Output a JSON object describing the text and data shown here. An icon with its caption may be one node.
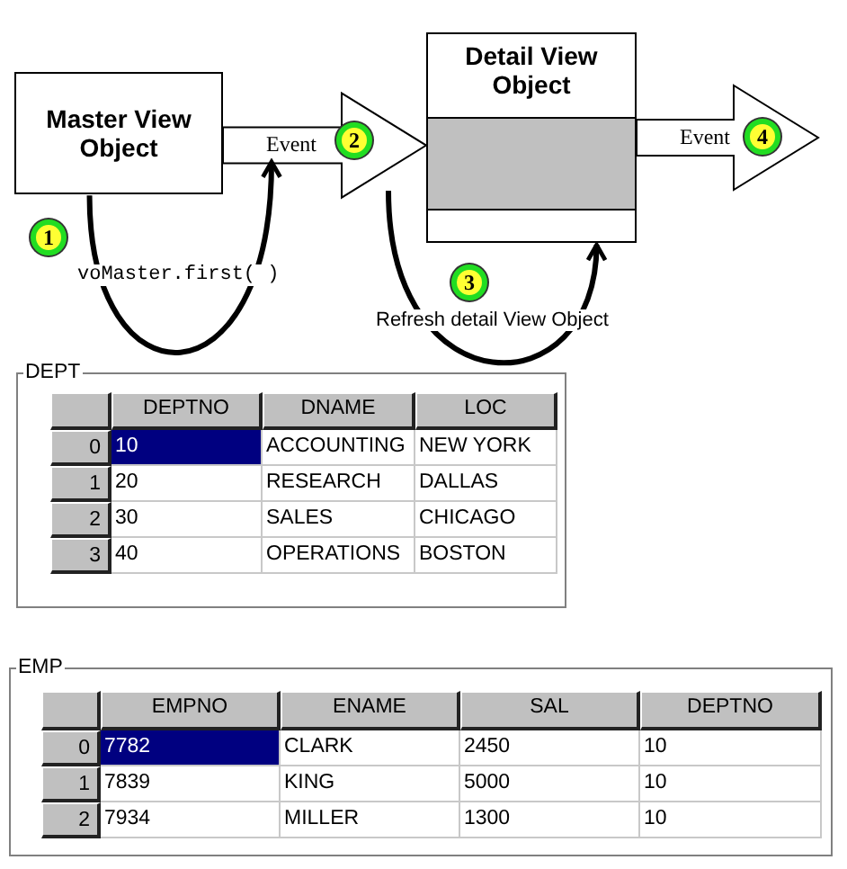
{
  "diagram": {
    "nodes": [
      {
        "text": [
          "Master View Object"
        ]
      },
      {
        "text": [
          "Detail View Object"
        ]
      },
      {
        "text": [
          "2"
        ]
      },
      {
        "text": [
          "4"
        ]
      },
      {
        "text": [
          "1"
        ]
      },
      {
        "text": [
          "3"
        ]
      },
      {
        "text": [
          "DEPT"
        ]
      },
      {
        "text": [
          "EMP"
        ]
      }
    ],
    "edges": [
      {
        "from": 0,
        "to": 1,
        "arrow": "to",
        "label": "Event"
      },
      {
        "from": 1,
        "to": null,
        "arrow": "to",
        "label": "Event"
      },
      {
        "from": 0,
        "to": null,
        "arrow": "to",
        "label": "voMaster.first( )"
      },
      {
        "from": null,
        "to": 1,
        "arrow": "to",
        "label": "Refresh detail View Object"
      }
    ],
    "labels": [
      "DEPTNO",
      "DNAME",
      "LOC",
      "0",
      "10",
      "ACCOUNTING",
      "NEW YORK",
      "1",
      "20",
      "RESEARCH",
      "DALLAS",
      "2",
      "30",
      "SALES",
      "CHICAGO",
      "3",
      "40",
      "OPERATIONS",
      "BOSTON",
      "EMPNO",
      "ENAME",
      "SAL",
      "DEPTNO",
      "0",
      "7782",
      "CLARK",
      "2450",
      "10",
      "1",
      "7839",
      "KING",
      "5000",
      "10",
      "2",
      "7934",
      "MILLER",
      "1300",
      "10"
    ]
  }
}
